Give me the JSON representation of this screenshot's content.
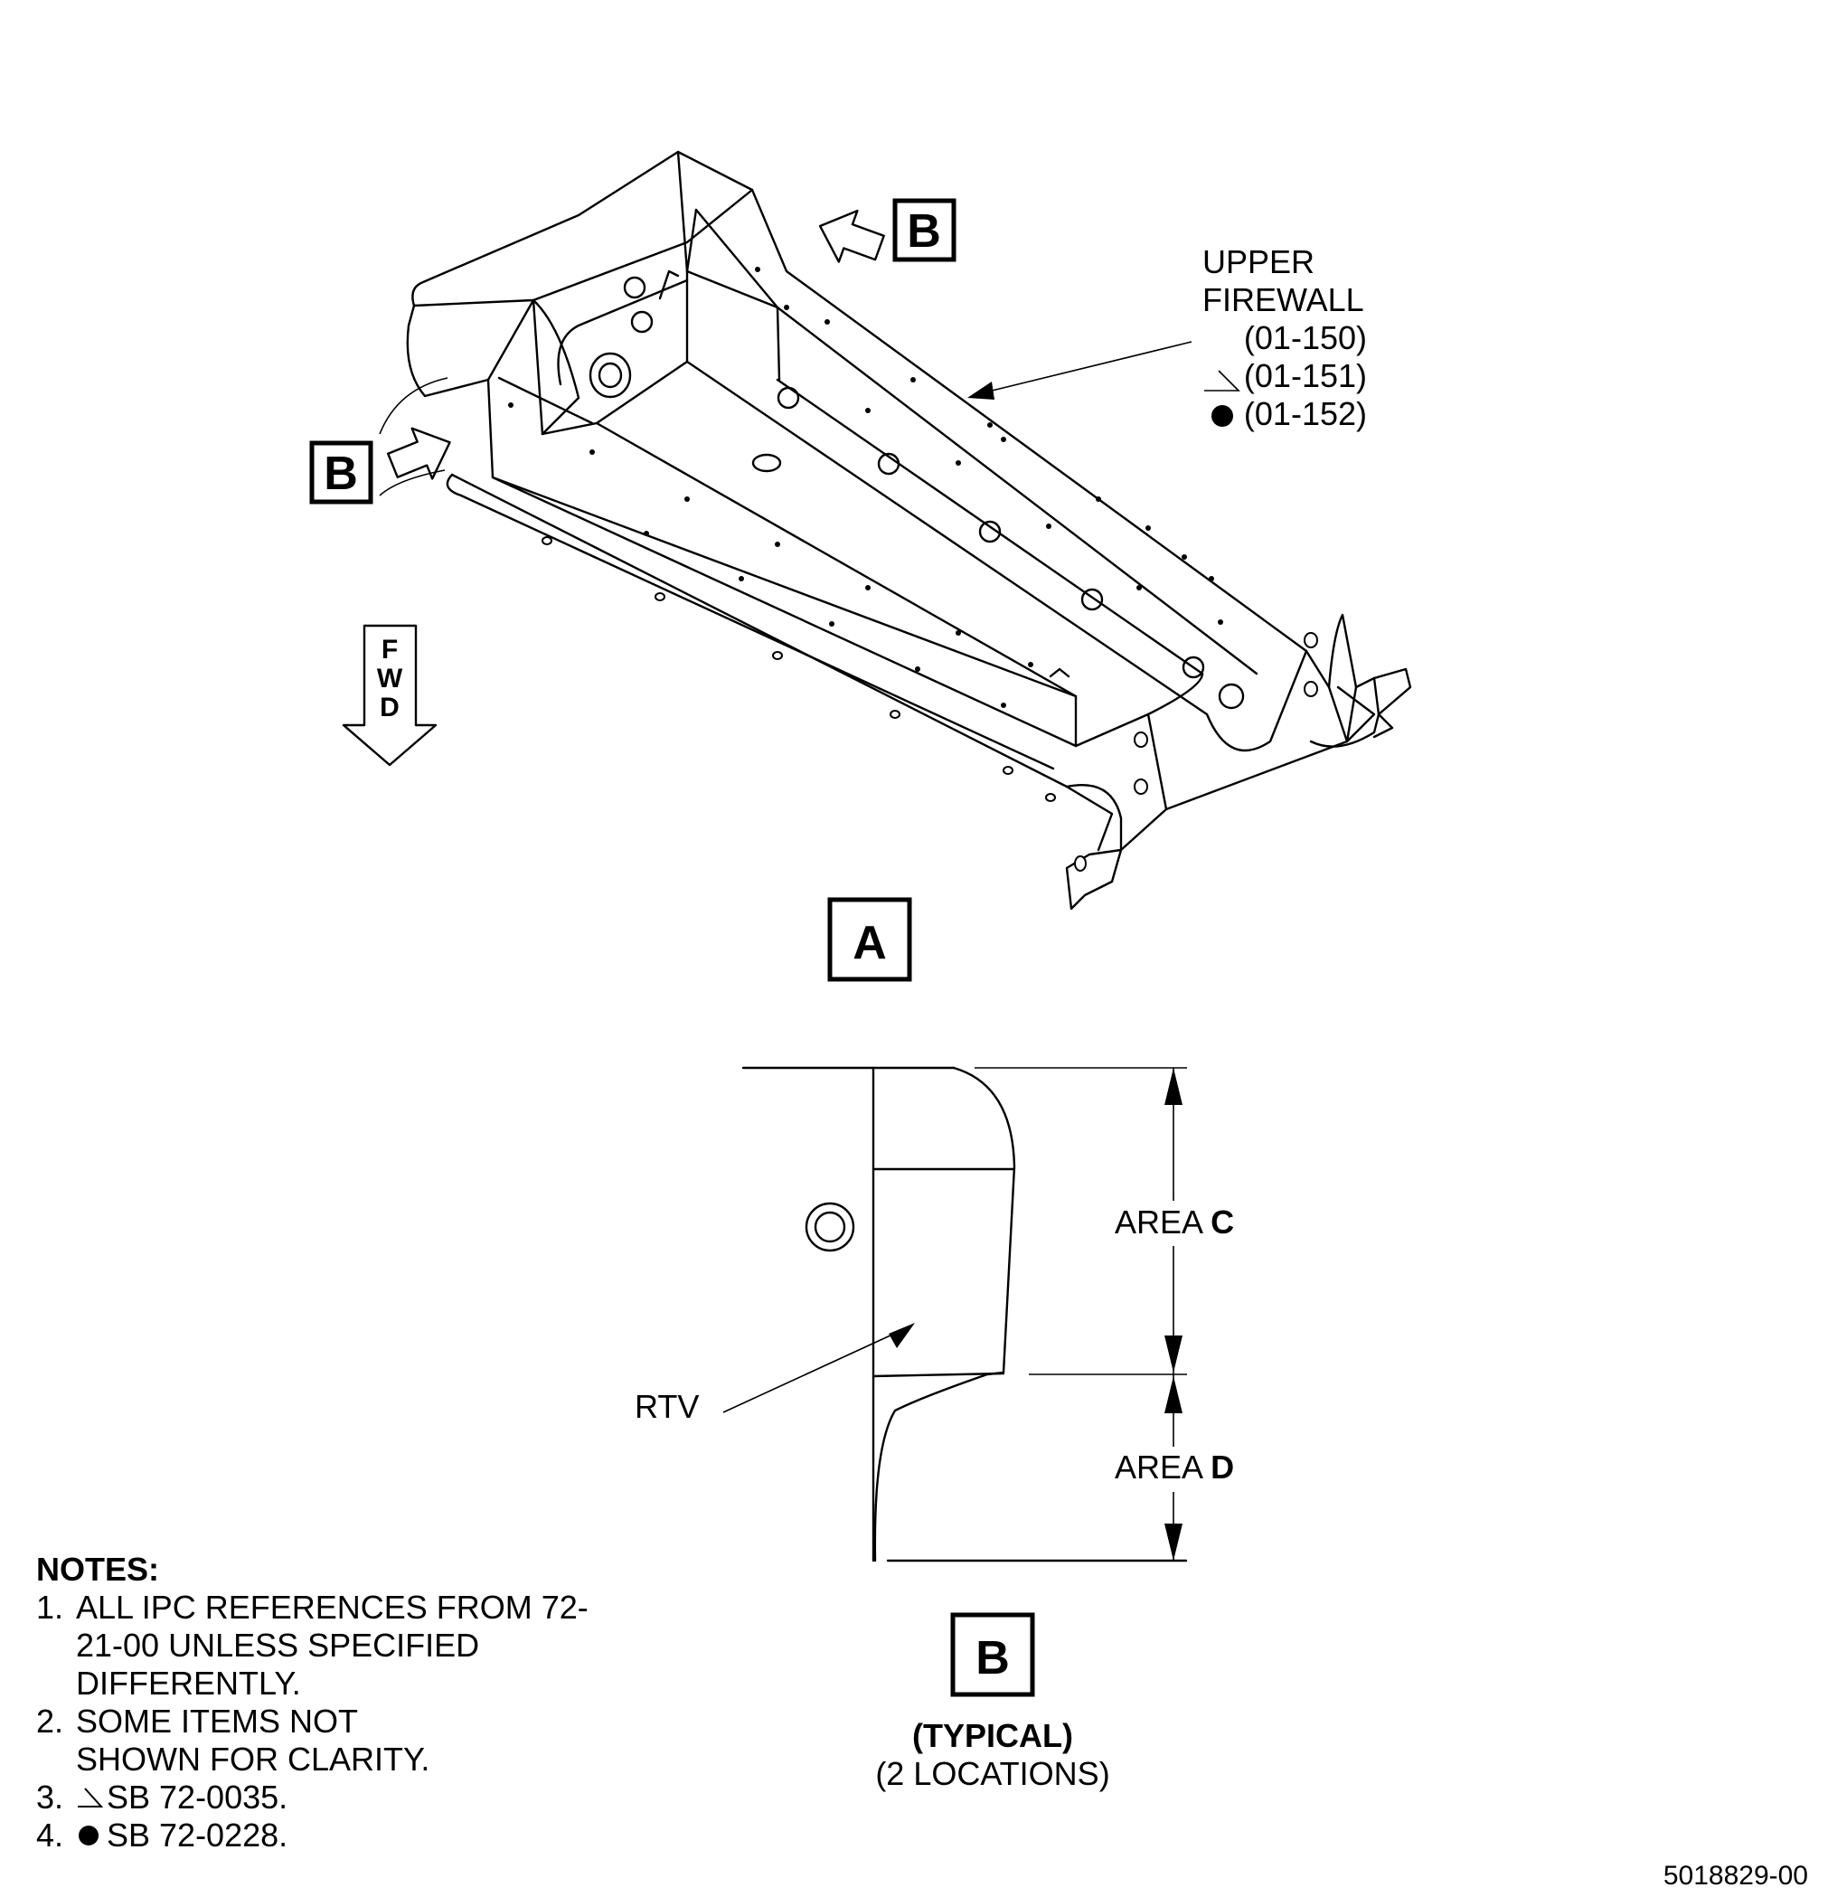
{
  "view_a": {
    "label_b_top": "B",
    "label_b_left": "B",
    "fwd_letters": [
      "F",
      "W",
      "D"
    ],
    "part_name_line1": "UPPER",
    "part_name_line2": "FIREWALL",
    "refs": [
      "(01-150)",
      "(01-151)",
      "(01-152)"
    ],
    "view_letter": "A"
  },
  "view_b": {
    "area_c_prefix": "AREA ",
    "area_c_letter": "C",
    "area_d_prefix": "AREA ",
    "area_d_letter": "D",
    "rtv_label": "RTV",
    "view_letter": "B",
    "typical": "(TYPICAL)",
    "locations": "(2 LOCATIONS)"
  },
  "notes": {
    "title": "NOTES:",
    "items": [
      {
        "num": "1.",
        "text": "ALL IPC REFERENCES FROM 72-21-00 UNLESS SPECIFIED DIFFERENTLY."
      },
      {
        "num": "2.",
        "text": "SOME ITEMS NOT SHOWN FOR CLARITY."
      },
      {
        "num": "3.",
        "text": "SB 72-0035."
      },
      {
        "num": "4.",
        "text": "SB 72-0228."
      }
    ]
  },
  "drawing_id": "5018829-00"
}
